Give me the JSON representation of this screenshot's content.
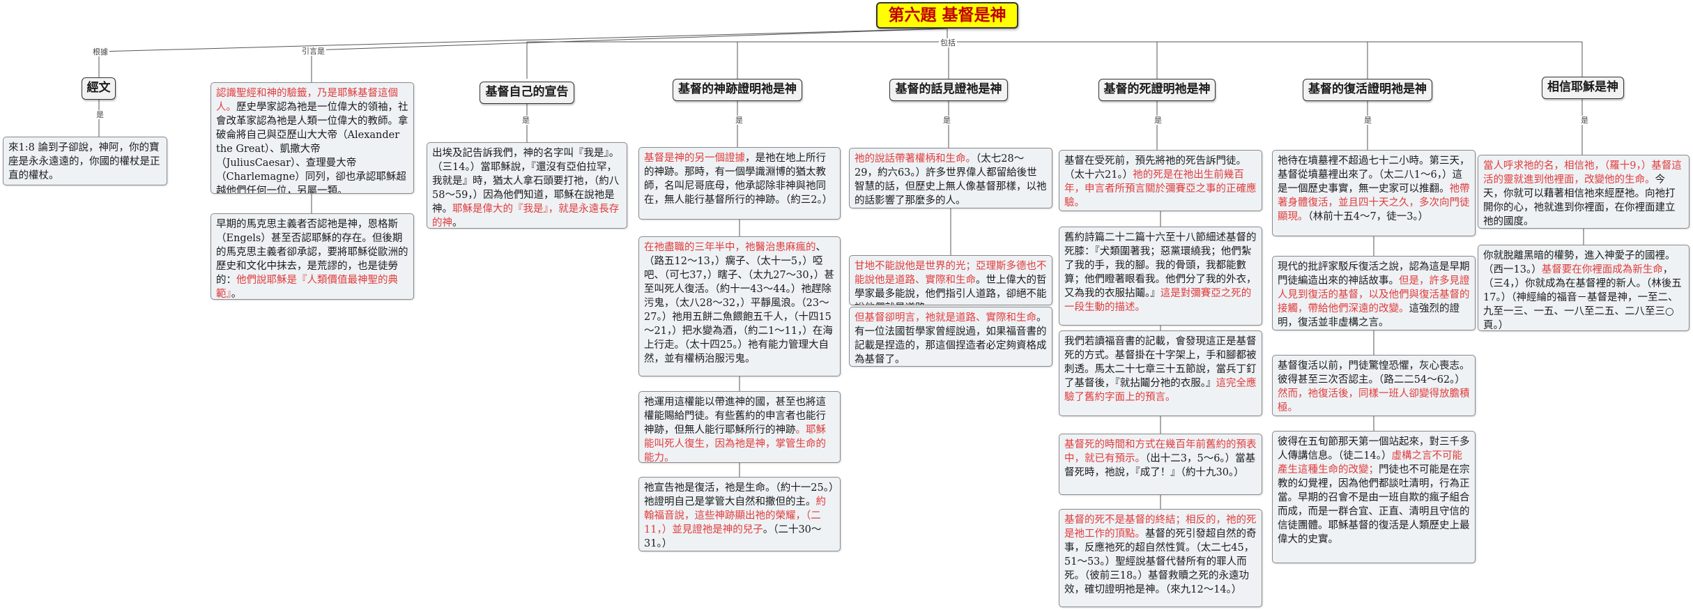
{
  "root": {
    "title": "第六題  基督是神"
  },
  "labels": {
    "gen_ju": "根據",
    "yin_yan": "引言是",
    "bao_kuo": "包括",
    "shi": "是"
  },
  "colors": {
    "root_fill": "#ffff00",
    "root_text": "#c00000",
    "red_text": "#e03c3c",
    "node_fill": "#eef2f5"
  },
  "headers": [
    "經文",
    "基督自己的宣告",
    "基督的神跡證明祂是神",
    "基督的話見證祂是神",
    "基督的死證明祂是神",
    "基督的復活證明祂是神",
    "相信耶穌是神"
  ],
  "nodes": {
    "jingwen": [
      {
        "t": "來1:8  論到子卻說，神阿，你的寶座是永永遠遠的，你國的權杖是正直的權杖。"
      }
    ],
    "intro_a": [
      {
        "t": "認識聖經和神的驗籤，乃是耶穌基督這個人。",
        "r": true
      },
      {
        "t": "歷史學家認為祂是一位偉大的領袖，社會改革家認為祂是人類一位偉大的教師。拿破侖將自己與亞歷山大大帝（Alexander the Great）、凱撒大帝（JuliusCaesar）、查理曼大帝（Charlemagne）同列，卻也承認耶穌超越他們任何一位，另屬一類。"
      }
    ],
    "intro_b": [
      {
        "t": "早期的馬克思主義者否認祂是神，恩格斯（Engels）甚至否認耶穌的存在。但後期的馬克思主義者卻承認，要將耶穌從歐洲的歷史和文化中抹去，是荒謬的，也是徒勞的："
      },
      {
        "t": "他們說耶穌是『人類價值最神聖的典範』",
        "r": true
      },
      {
        "t": "。"
      }
    ],
    "claim": [
      {
        "t": "出埃及記告訴我們，神的名字叫『我是』。（三14。）當耶穌說，『還沒有亞伯拉罕，我就是』時，猶太人拿石頭要打祂，（約八58～59，）因為他們知道，耶穌在說祂是神。"
      },
      {
        "t": "耶穌是偉大的『我是』，就是永遠長存的神",
        "r": true
      },
      {
        "t": "。"
      }
    ],
    "miracle_1": [
      {
        "t": "基督是神的另一個證據",
        "r": true
      },
      {
        "t": "，是祂在地上所行的神跡。那時，有一個學識淵博的猶太教師，名叫尼哥底母，他承認除非神與祂同在，無人能行基督所行的神跡。（約三2。）"
      }
    ],
    "miracle_2": [
      {
        "t": "在祂盡職的三年半中，祂醫治患麻瘋的",
        "r": true
      },
      {
        "t": "、（路五12～13，）瘸子、（太十一5，）啞吧、（可七37，）瞎子、（太九27～30，）甚至叫死人復活。（約十一43～44。）祂趕除污鬼，（太八28～32，）平靜風浪。（23～27。）祂用五餅二魚餵飽五千人，（十四15～21，）把水變為酒，（約二1～11，）在海上行走。（太十四25。）祂有能力管理大自然，並有權柄治服污鬼。"
      }
    ],
    "miracle_3": [
      {
        "t": "祂運用這權能以帶進神的國，甚至也將這權能賜給門徒。有些舊約的申言者也能行神跡，但無人能行耶穌所行的神跡"
      },
      {
        "t": "。耶穌能叫死人復生，因為祂是神，掌管生命的能力。",
        "r": true
      }
    ],
    "miracle_4": [
      {
        "t": "祂宣告祂是復活，祂是生命。（約十一25。）祂證明自己是掌管大自然和撒但的主。"
      },
      {
        "t": "約翰福音說，這些神跡顯出祂的榮耀，（二11，）並見證祂是神的兒子",
        "r": true
      },
      {
        "t": "。（二十30～31。）"
      }
    ],
    "word_1": [
      {
        "t": "祂的說話帶著權柄和生命。",
        "r": true
      },
      {
        "t": "（太七28～29，約六63。）許多世界偉人都留給後世智慧的話，但歷史上無人像基督那樣，以祂的話影響了那麼多的人。"
      }
    ],
    "word_2": [
      {
        "t": "甘地不能說他是世界的光；亞理斯多德也不能說他是道路、實際和生命",
        "r": true
      },
      {
        "t": "。世上偉大的哲學家最多能說，他們指引人道路，卻絕不能說他們就是道路。"
      }
    ],
    "word_3": [
      {
        "t": "但基督卻明言，祂就是道路、實際和生命",
        "r": true
      },
      {
        "t": "。有一位法國哲學家曾經說過，如果福音書的記載是捏造的，那這個捏造者必定夠資格成為基督了。"
      }
    ],
    "death_1": [
      {
        "t": "基督在受死前，預先將祂的死告訴門徒。（太十六21。）"
      },
      {
        "t": "祂的死是在祂出生前幾百年，申言者所預言關於彌賽亞之事的正確應驗。",
        "r": true
      }
    ],
    "death_2": [
      {
        "t": "舊約詩篇二十二篇十六至十八節細述基督的死膝：『犬類圍著我；惡黨環繞我；他們紮了我的手，我的腳。我的骨頭，我都能數算；他們瞪著眼看我。他們分了我的外衣，又為我的衣服拈鬮。』"
      },
      {
        "t": "這是對彌賽亞之死的一段生動的描述。",
        "r": true
      }
    ],
    "death_3": [
      {
        "t": "我們若讀福音書的記載，會發現這正是基督死的方式。基督掛在十字架上，手和腳都被刺透。馬太二十七章三十五節說，當兵丁釘了基督後，『就拈鬮分祂的衣服。』"
      },
      {
        "t": "這完全應驗了舊約字面上的預言。",
        "r": true
      }
    ],
    "death_4": [
      {
        "t": "基督死的時間和方式在幾百年前舊約的預表中，就已有預示。",
        "r": true
      },
      {
        "t": "（出十二3，5～6。）當基督死時，祂說，『成了！』（約十九30。）"
      }
    ],
    "death_5": [
      {
        "t": "基督的死不是基督的終結；相反的，祂的死是祂工作的頂點。",
        "r": true
      },
      {
        "t": "基督的死引發超自然的奇事，反應祂死的超自然性質。（太二七45，51～53。）聖經說基督代替所有的罪人而死。（彼前三18。）基督救贖之死的永遠功效，確切證明祂是神。（來九12～14。）"
      }
    ],
    "res_1": [
      {
        "t": "祂待在墳墓裡不超過七十二小時。第三天，基督從墳墓裡出來了。（太二八1～6，）這是一個歷史事實，無一史家可以推翻。"
      },
      {
        "t": "祂帶著身體復活，並且四十天之久，多次向門徒顯現。",
        "r": true
      },
      {
        "t": "（林前十五4～7，徒一3。）"
      }
    ],
    "res_2": [
      {
        "t": "現代的批評家駁斥復活之說，認為這是早期門徒編造出來的神話故事。"
      },
      {
        "t": "但是，許多見證人見到復活的基督，以及他們與復活基督的接觸，帶給他們深遠的改變。",
        "r": true
      },
      {
        "t": "這強烈的證明，復活並非虛構之言。"
      }
    ],
    "res_3": [
      {
        "t": "基督復活以前，門徒驚惶恐懼，灰心喪志。彼得甚至三次否認主。（路二二54～62。）"
      },
      {
        "t": "然而，祂復活後，同樣一班人卻變得放膽積極。",
        "r": true
      }
    ],
    "res_4": [
      {
        "t": "彼得在五旬節那天第一個站起來，對三千多人傳講信息。（徒二14。）"
      },
      {
        "t": "虛構之言不可能產生這種生命的改變；",
        "r": true
      },
      {
        "t": "門徒也不可能是在宗教的幻覺裡，因為他們都談吐清明，行為正當。早期的召會不是由一班自欺的瘋子組合而成，而是一群合宜、正直、清明且守信的信徒團體。耶穌基督的復活是人類歷史上最偉大的史實。"
      }
    ],
    "believe_1": [
      {
        "t": "當人呼求祂的名，相信祂，（羅十9，）基督這活的靈就進到他裡面，改變他的生命。",
        "r": true
      },
      {
        "t": "今天，你就可以藉著相信祂來經歷祂。向祂打開你的心，祂就進到你裡面，在你裡面建立祂的國度。"
      }
    ],
    "believe_2": [
      {
        "t": "你就脫離黑暗的權勢，進入神愛子的國裡。（西一13。）"
      },
      {
        "t": "基督要在你裡面成為新生命",
        "r": true
      },
      {
        "t": "，（三4，）你就成為在基督裡的新人。（林後五17。）（神經綸的福音－基督是神，一至二、九至一三、一五、一八至二五、二八至三○頁。）"
      }
    ]
  }
}
